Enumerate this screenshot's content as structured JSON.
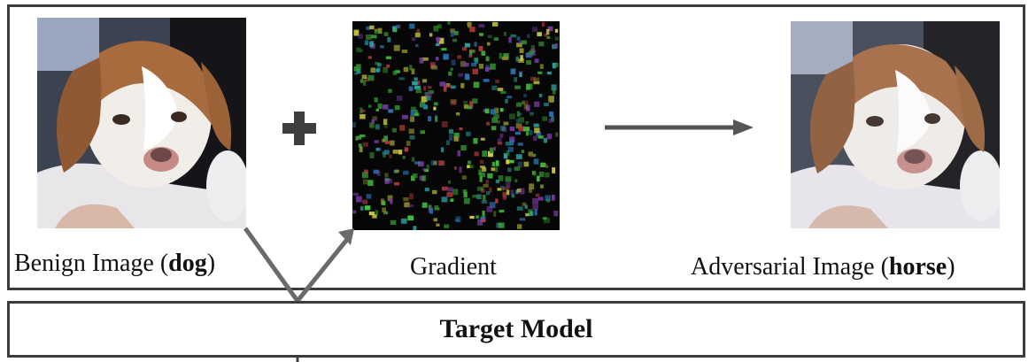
{
  "captions": {
    "benign_prefix": "Benign Image (",
    "benign_label": "dog",
    "benign_suffix": ")",
    "gradient": "Gradient",
    "adversarial_prefix": "Adversarial Image (",
    "adversarial_label": "horse",
    "adversarial_suffix": ")"
  },
  "model": {
    "label": "Target Model"
  },
  "symbols": {
    "plus": "plus-icon",
    "arrow": "right-arrow-icon"
  },
  "colors": {
    "border": "#3c3c3c",
    "arrow": "#555555",
    "noise_background": "#050605"
  }
}
